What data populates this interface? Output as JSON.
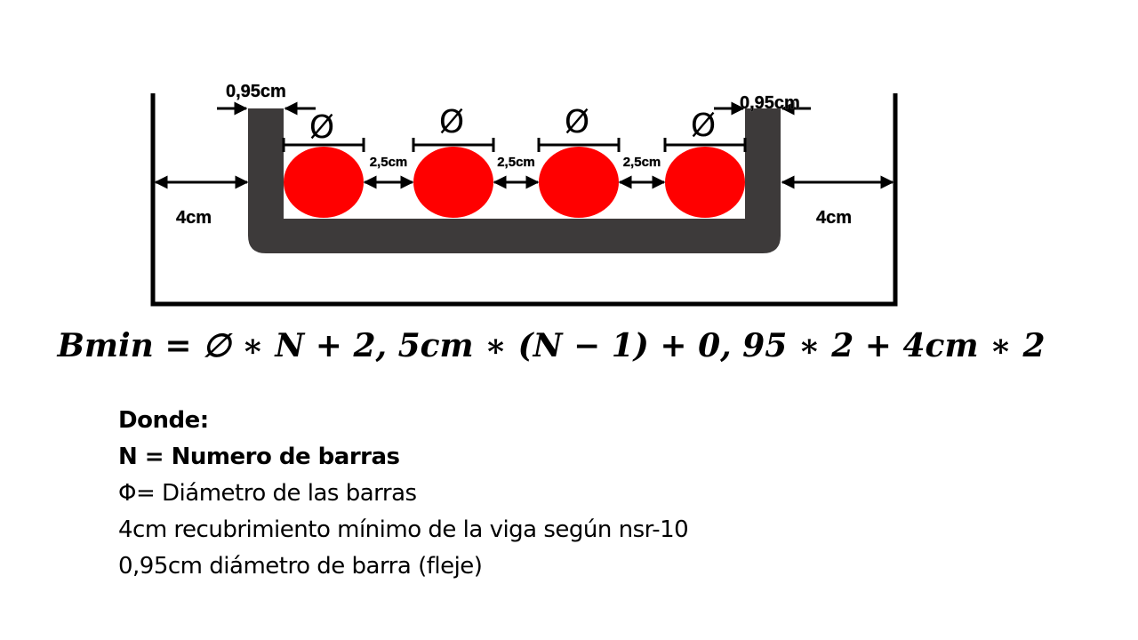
{
  "diagram": {
    "phi_symbol": "Ø",
    "stirrup_label": "0,95cm",
    "spacing_label": "2,5cm",
    "cover_label": "4cm",
    "bar_count": 4,
    "colors": {
      "bar": "#ff0000",
      "stirrup": "#3d3a3a",
      "outline": "#000000"
    }
  },
  "formula": "Bmin = ∅ ∗ N + 2, 5cm ∗ (N − 1) + 0, 95 ∗ 2 + 4cm ∗ 2",
  "legend": {
    "heading": "Donde:",
    "n_line": "N = Numero de barras",
    "phi_line": "Φ= Diámetro de las barras",
    "cover_line": "4cm recubrimiento mínimo de la viga según nsr-10",
    "stirrup_line": "0,95cm diámetro de barra (fleje)"
  }
}
